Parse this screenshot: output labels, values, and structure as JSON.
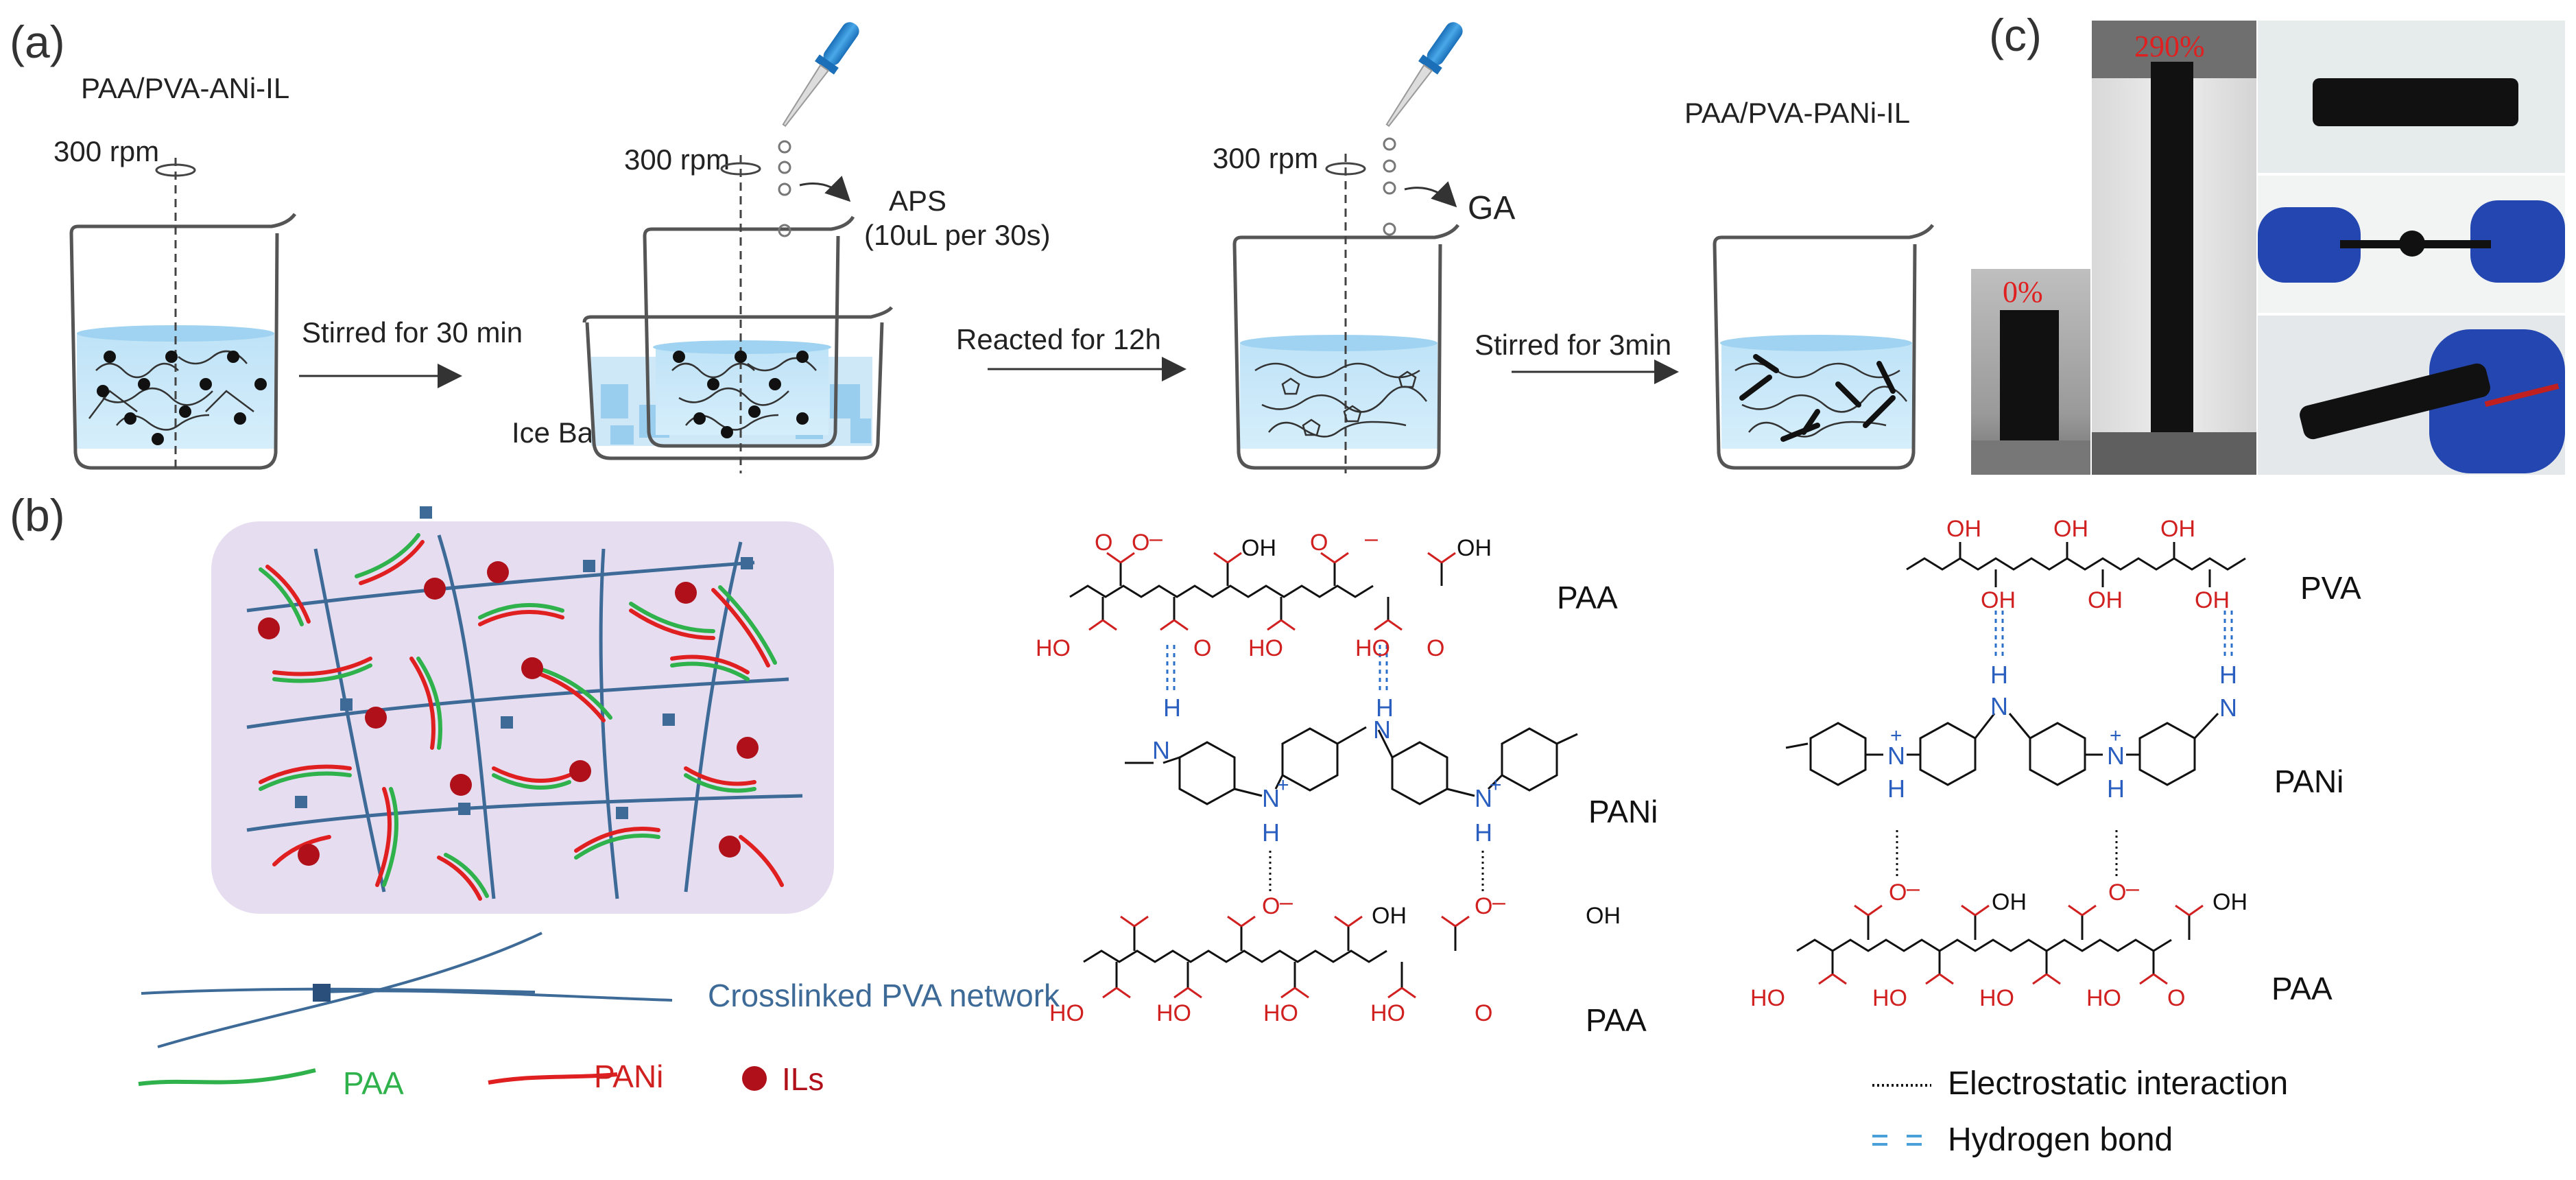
{
  "panels": {
    "a": "(a)",
    "b": "(b)",
    "c": "(c)"
  },
  "panel_a": {
    "start_label": "PAA/PVA-ANi-IL",
    "end_label": "PAA/PVA-PANi-IL",
    "rpm1": "300 rpm",
    "rpm2": "300 rpm",
    "rpm3": "300 rpm",
    "aps": "APS",
    "aps_rate": "(10uL per 30s)",
    "ga": "GA",
    "ice_bath": "Ice Bath",
    "step1": "Stirred for 30 min",
    "step2": "Reacted for 12h",
    "step3": "Stirred for 3min"
  },
  "panel_b": {
    "legend_network": "Crosslinked PVA network",
    "legend_paa": "PAA",
    "legend_pani": "PANi",
    "legend_ils": "ILs",
    "struct1": {
      "top": "PAA",
      "mid": "PANi",
      "bottom": "PAA"
    },
    "struct2": {
      "top": "PVA",
      "mid": "PANi",
      "bottom": "PAA"
    },
    "key_electrostatic": "Electrostatic interaction",
    "key_hbond": "Hydrogen bond",
    "chem_labels": {
      "coo": "O",
      "minus": "–",
      "oh": "OH",
      "ho": "HO",
      "o": "O",
      "h": "H",
      "n": "N",
      "plus": "+"
    },
    "colors": {
      "paa": "#2fb24c",
      "pani": "#e02020",
      "pva": "#3d6a96",
      "ils": "#b0101a",
      "hydrogel_bg": "#e6def0"
    }
  },
  "panel_c": {
    "strain0": "0%",
    "strain290": "290%"
  }
}
